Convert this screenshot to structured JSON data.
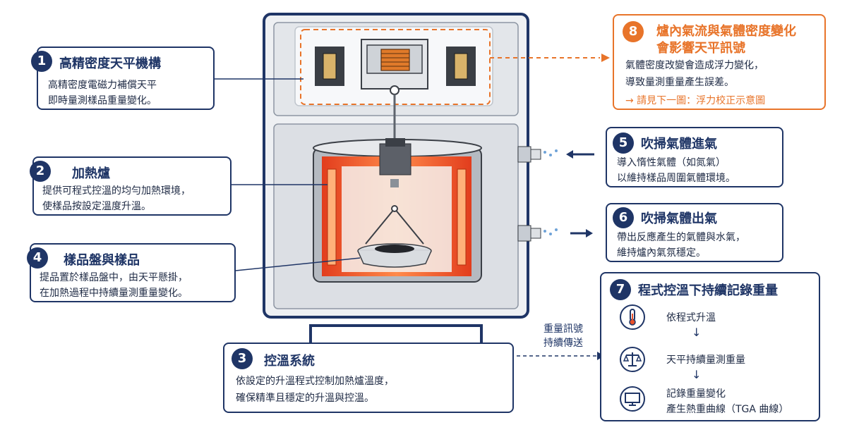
{
  "colors": {
    "navy": "#1f3566",
    "orange": "#e8742a",
    "heater": "#e8512a",
    "gray": "#c7ccd3"
  },
  "callouts": [
    {
      "num": "1",
      "title": "高精密度天平機構",
      "lines": [
        "高精密度電磁力補償天平",
        "即時量測樣品重量變化。"
      ]
    },
    {
      "num": "2",
      "title": "加熱爐",
      "lines": [
        "提供可程式控溫的均勻加熱環境，",
        "使樣品按設定溫度升溫。"
      ]
    },
    {
      "num": "4",
      "title": "樣品盤與樣品",
      "lines": [
        "提品置於樣品盤中，由天平懸掛，",
        "在加熱過程中持續量測重量變化。"
      ]
    },
    {
      "num": "3",
      "title": "控溫系統",
      "lines": [
        "依設定的升溫程式控制加熱爐溫度，",
        "確保精準且穩定的升溫與控溫。"
      ]
    },
    {
      "num": "8",
      "title": [
        "爐內氣流與氣體密度變化",
        "會影響天平訊號"
      ],
      "lines": [
        "氣體密度改變會造成浮力變化，",
        "導致量測重量產生誤差。"
      ],
      "note": "→  請見下一圖：浮力校正示意圖"
    },
    {
      "num": "5",
      "title": "吹掃氣體進氣",
      "lines": [
        "導入惰性氣體（如氮氣）",
        "以維持樣品周圍氣體環境。"
      ]
    },
    {
      "num": "6",
      "title": "吹掃氣體出氣",
      "lines": [
        "帶出反應產生的氣體與水氣，",
        "維持爐內氣氛穩定。"
      ]
    },
    {
      "num": "7",
      "title": "程式控溫下持續記錄重量",
      "steps": [
        {
          "icon": "thermometer-icon",
          "text": [
            "依程式升溫"
          ]
        },
        {
          "icon": "balance-scale-icon",
          "text": [
            "天平持續量測重量"
          ]
        },
        {
          "icon": "monitor-icon",
          "text": [
            "記錄重量變化",
            "產生熱重曲線（TGA 曲線）"
          ]
        }
      ]
    }
  ],
  "signal_label": [
    "重量訊號",
    "持續傳送"
  ]
}
